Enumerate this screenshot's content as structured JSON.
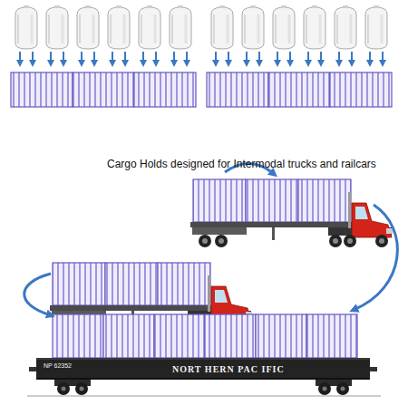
{
  "diagram": {
    "title": "Cargo Holds designed for Intermodal trucks and railcars",
    "nodes": [
      {
        "text": [
          "NP 62352",
          "NORT HERN PAC IFIC"
        ]
      }
    ]
  }
}
